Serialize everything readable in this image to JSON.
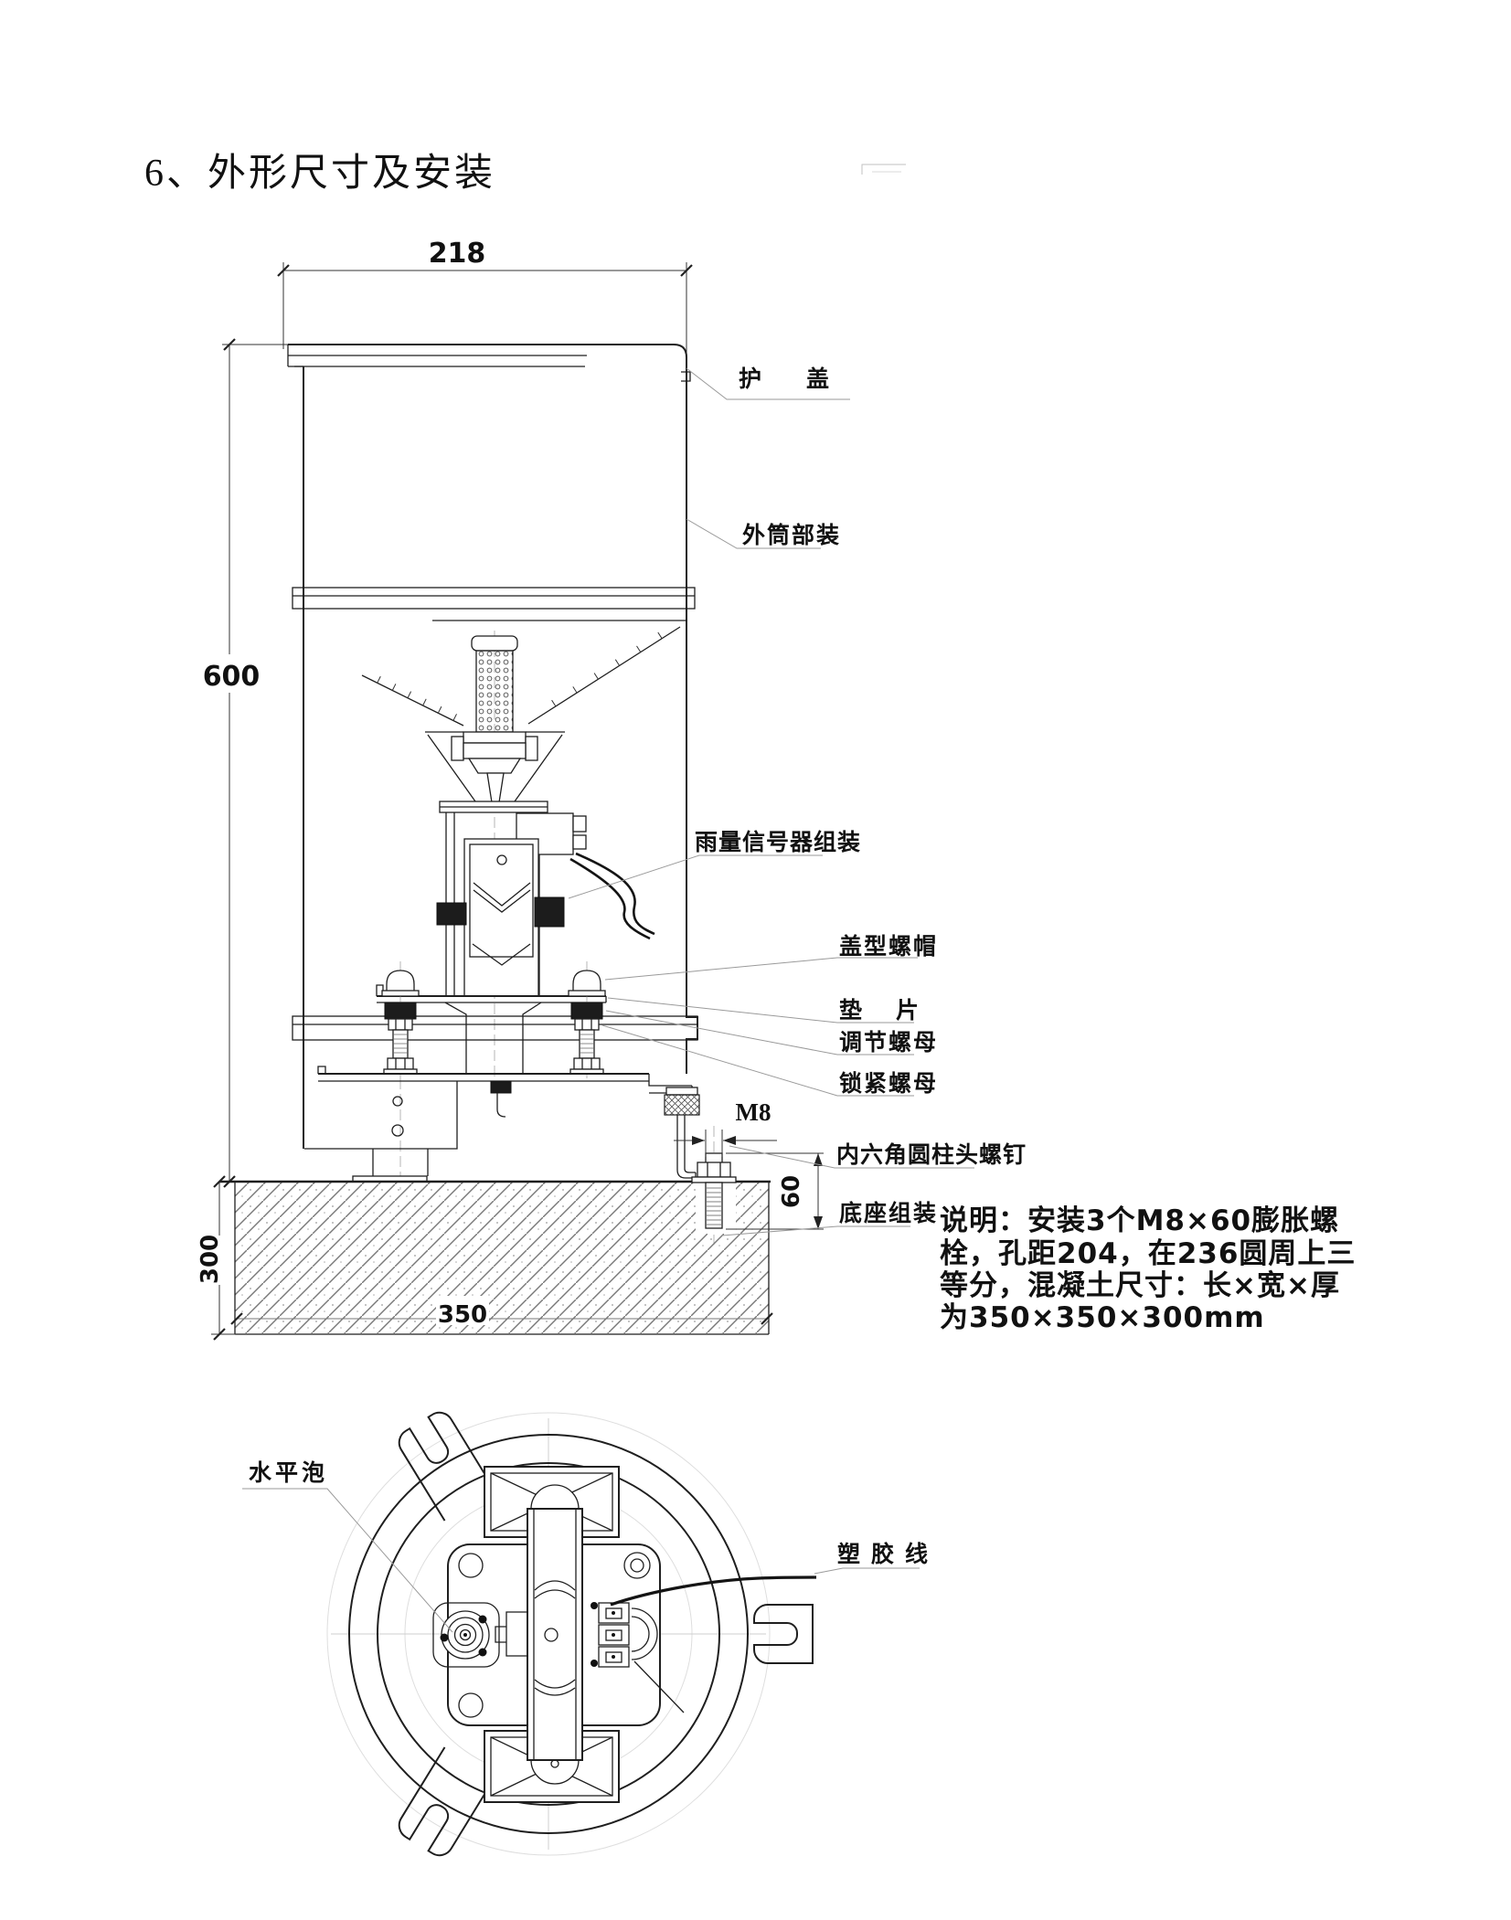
{
  "page": {
    "title": "6、外形尺寸及安装"
  },
  "elevation": {
    "dimensions": {
      "top_width": "218",
      "overall_height": "600",
      "foundation_depth": "300",
      "foundation_width": "350",
      "anchor_exposed_length": "60",
      "anchor_thread": "M8"
    },
    "labels": {
      "cover": "护　盖",
      "outer_cylinder": "外筒部装",
      "rain_signal": "雨量信号器组装",
      "cap_nut": "盖型螺帽",
      "washer": "垫　片",
      "adjust_nut": "调节螺母",
      "lock_nut": "锁紧螺母",
      "socket_screw": "内六角圆柱头螺钉",
      "base_assembly": "底座组装"
    },
    "note_lines": [
      "说明：安装3个M8×60膨胀螺",
      "栓，孔距204，在236圆周上三",
      "等分，混凝土尺寸：长×宽×厚",
      "为350×350×300mm"
    ]
  },
  "plan": {
    "labels": {
      "level_bubble": "水平泡",
      "plastic_wire": "塑胶线"
    }
  }
}
